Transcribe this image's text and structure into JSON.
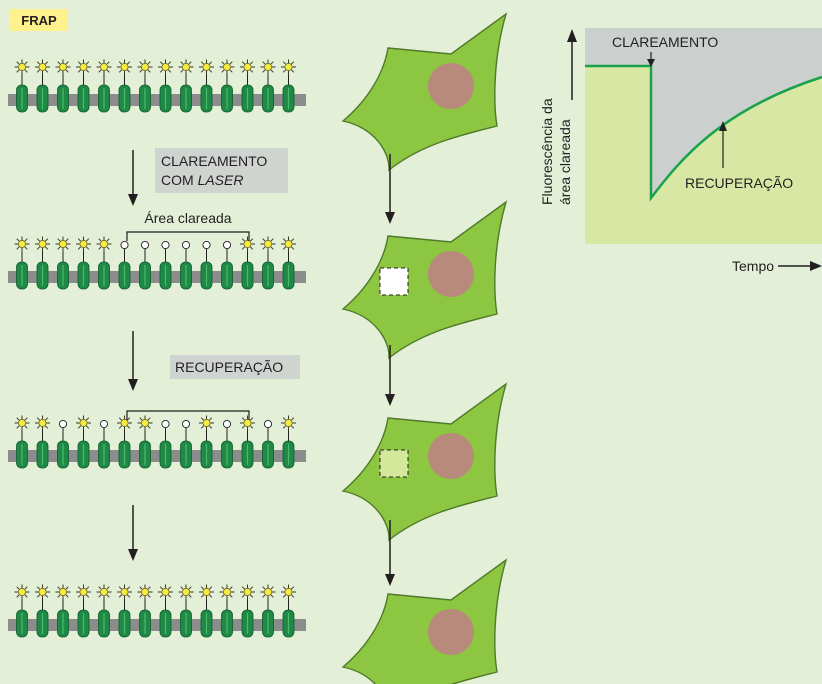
{
  "figure": {
    "tag": "FRAP",
    "step1_line1": "CLAREAMENTO",
    "step1_line2_prefix": "COM ",
    "step1_line2_italic": "LASER",
    "bleached_area": "Área clareada",
    "step2": "RECUPERAÇÃO"
  },
  "graph": {
    "ylabel_line1": "Fluorescência da",
    "ylabel_line2": "área clareada",
    "xlabel": "Tempo",
    "bleach_label": "CLAREAMENTO",
    "recovery_label": "RECUPERAÇÃO"
  },
  "colors": {
    "background": "#e3efd7",
    "tag": "#fff18c",
    "label_box": "#d0d4d0",
    "membrane": "#8c8c8c",
    "protein": "#1e8a45",
    "fluorophore_on": "#f5ec3e",
    "cell": "#8dc641",
    "nucleus": "#b78a7b",
    "graph_fill": "#d8e7a4",
    "graph_bg": "#cbd0cf",
    "curve": "#17a24b"
  }
}
